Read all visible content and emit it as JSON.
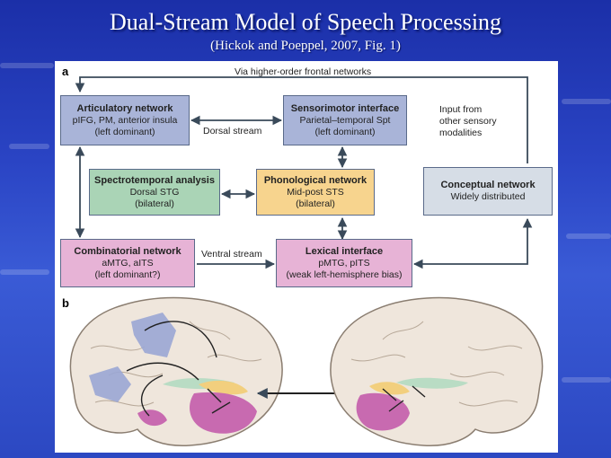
{
  "slide": {
    "title": "Dual-Stream Model of Speech Processing",
    "subtitle": "(Hickok and Poeppel, 2007, Fig. 1)"
  },
  "figure": {
    "panel_a": "a",
    "panel_b": "b",
    "top_label": "Via higher-order frontal networks",
    "dorsal_label": "Dorsal stream",
    "ventral_label": "Ventral stream",
    "input_label": [
      "Input from",
      "other sensory",
      "modalities"
    ],
    "boxes": {
      "articulatory": {
        "title": "Articulatory network",
        "lines": [
          "pIFG, PM, anterior insula",
          "(left dominant)"
        ]
      },
      "sensorimotor": {
        "title": "Sensorimotor interface",
        "lines": [
          "Parietal–temporal Spt",
          "(left dominant)"
        ]
      },
      "spectrotemporal": {
        "title": "Spectrotemporal analysis",
        "lines": [
          "Dorsal STG",
          "(bilateral)"
        ]
      },
      "phonological": {
        "title": "Phonological network",
        "lines": [
          "Mid-post STS",
          "(bilateral)"
        ]
      },
      "conceptual": {
        "title": "Conceptual network",
        "lines": [
          "Widely distributed"
        ]
      },
      "combinatorial": {
        "title": "Combinatorial network",
        "lines": [
          "aMTG, aITS",
          "(left dominant?)"
        ]
      },
      "lexical": {
        "title": "Lexical interface",
        "lines": [
          "pMTG, pITS",
          "(weak left-hemisphere bias)"
        ]
      }
    }
  },
  "colors": {
    "blue": "#a9b4d8",
    "green": "#aad4b6",
    "yellow": "#f7d48e",
    "grey": "#d6dde6",
    "pink": "#e7b3d6",
    "arrow": "#3a4a5a"
  }
}
